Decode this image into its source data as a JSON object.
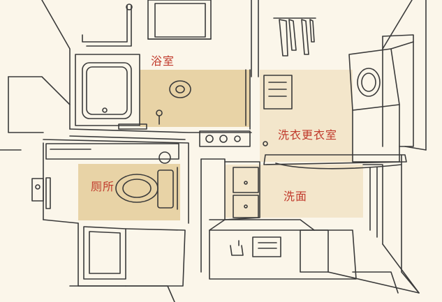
{
  "colors": {
    "background": "#fbf6ea",
    "line": "#3a3a3a",
    "highlight": "#e8d3a6",
    "label": "#c0392b"
  },
  "rooms": {
    "bathroom": "浴室",
    "laundry_dressing": "洗衣更衣室",
    "toilet": "厕所",
    "washroom": "洗面"
  }
}
